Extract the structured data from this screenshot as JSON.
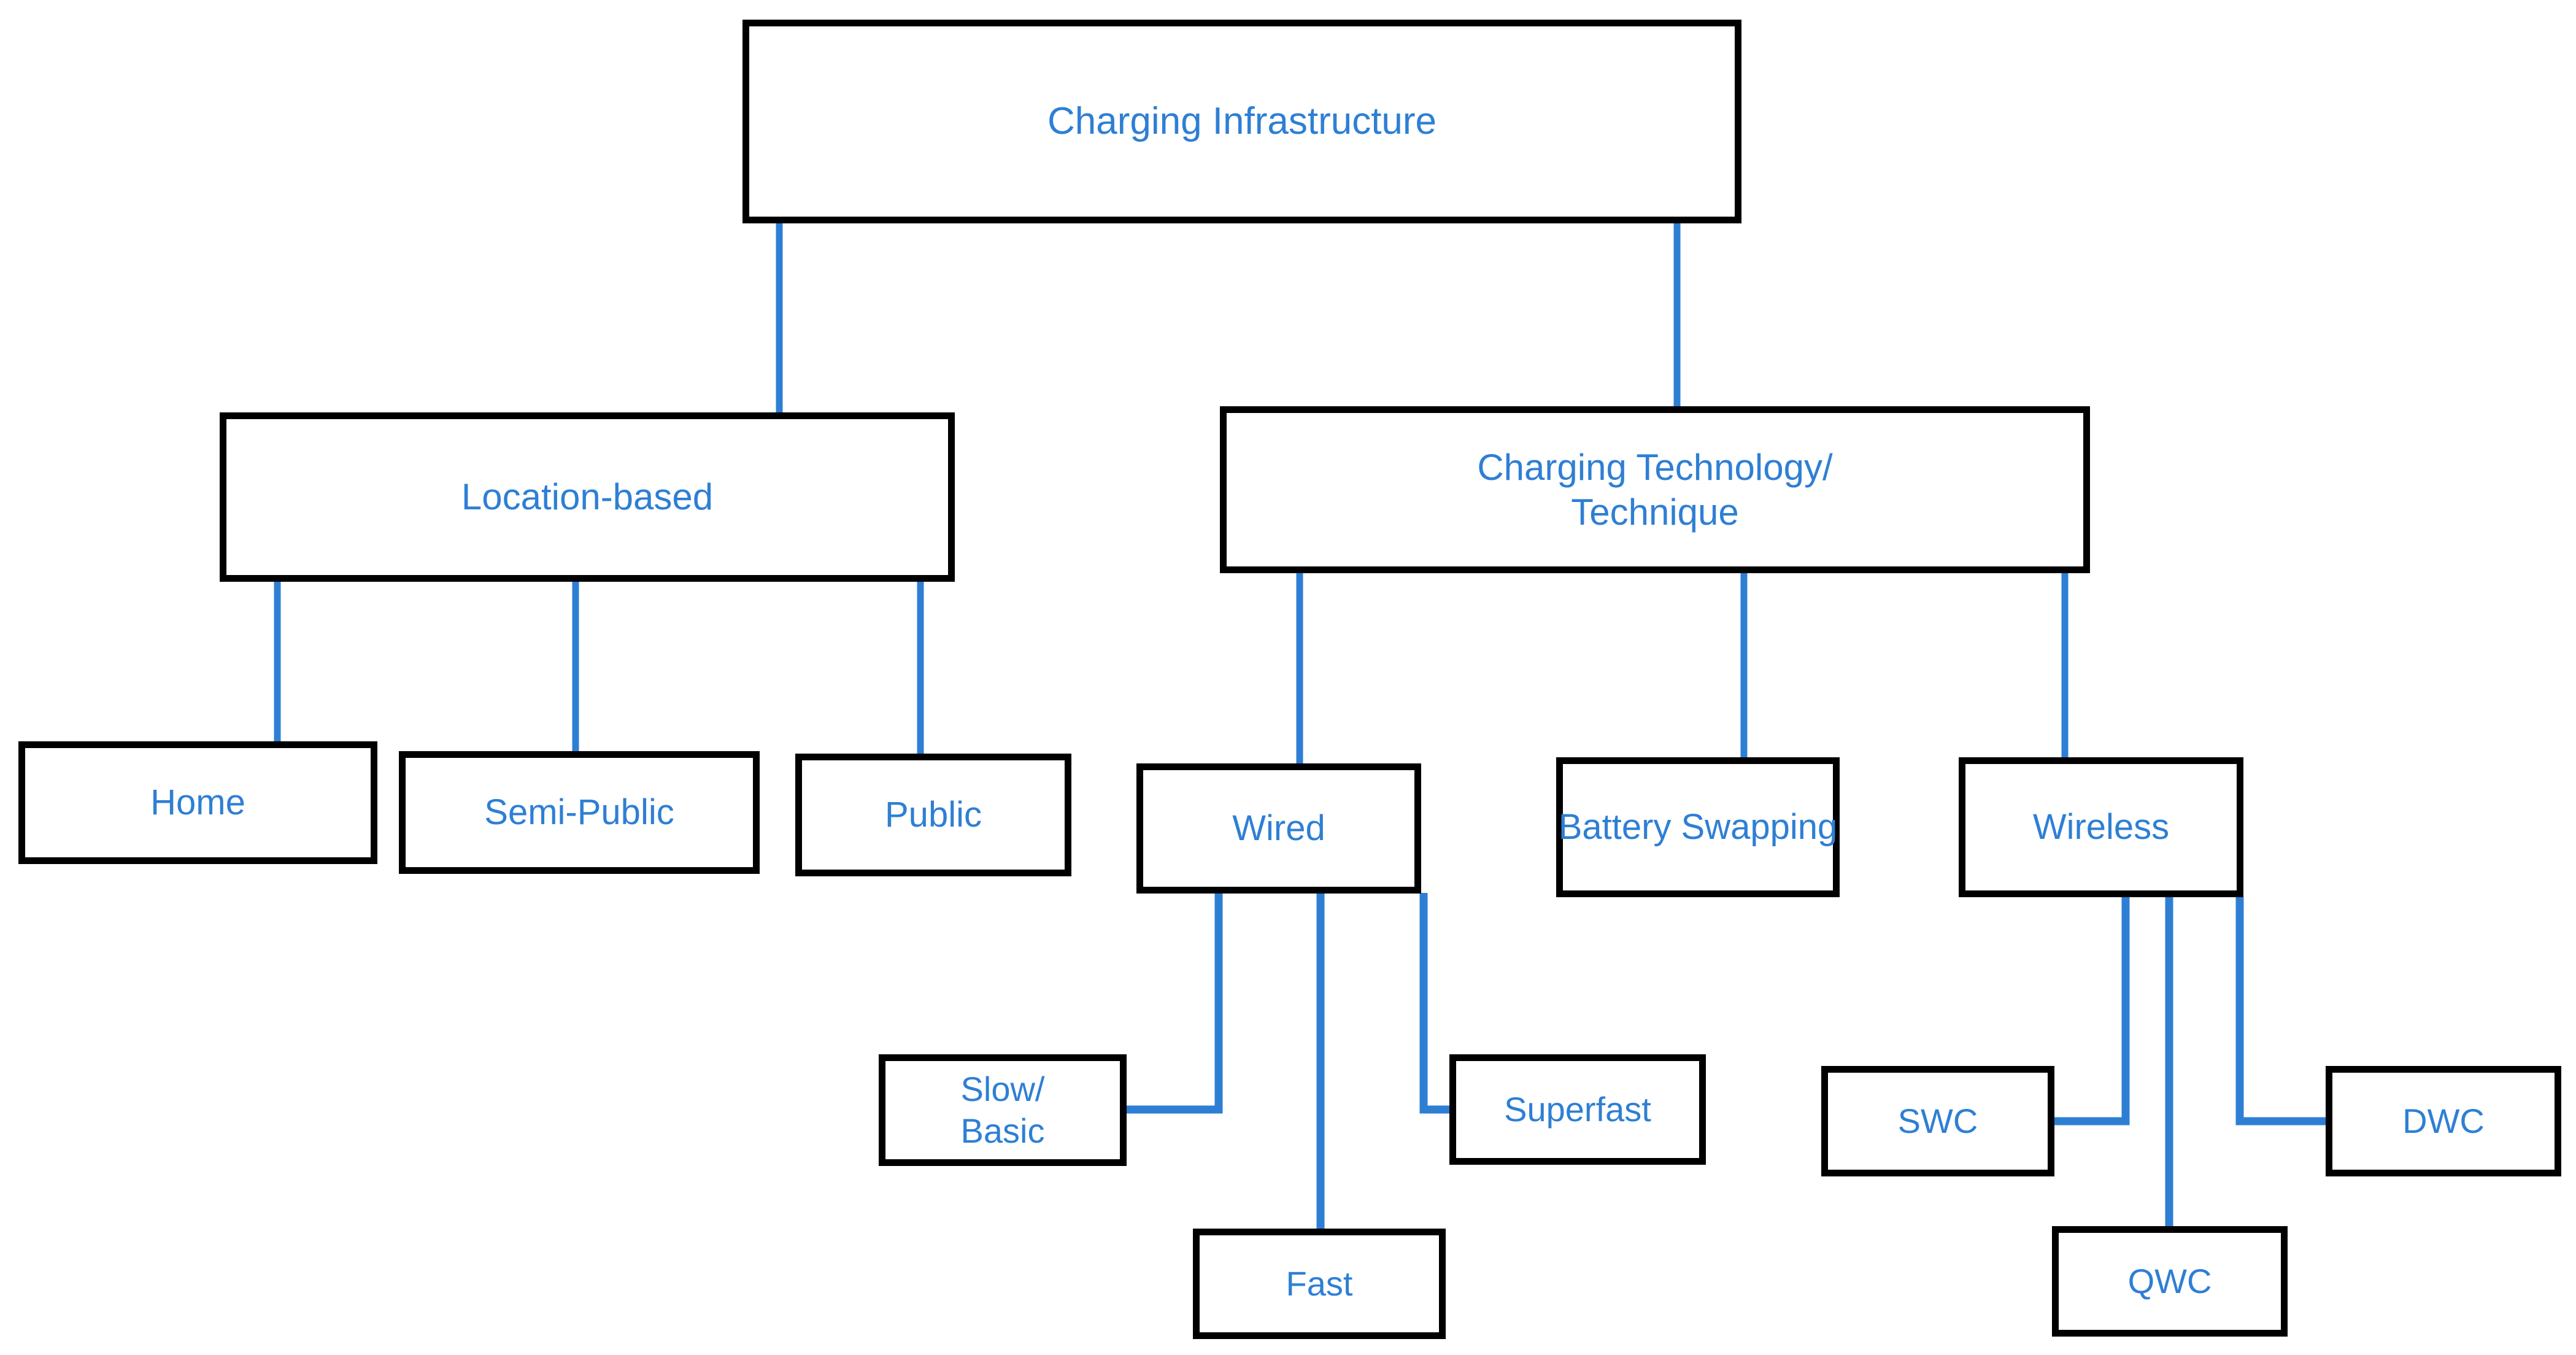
{
  "diagram": {
    "title": "Charging Infrastructure",
    "accent_color": "#2E7FD4",
    "border_color": "#000000",
    "background_color": "#FFFFFF"
  },
  "nodes": {
    "root": {
      "label": "Charging Infrastructure"
    },
    "location_based": {
      "label": "Location-based"
    },
    "charging_technology": {
      "label": "Charging Technology/\nTechnique"
    },
    "home": {
      "label": "Home"
    },
    "semi_public": {
      "label": "Semi-Public"
    },
    "public": {
      "label": "Public"
    },
    "wired": {
      "label": "Wired"
    },
    "battery_swapping": {
      "label": "Battery Swapping"
    },
    "wireless": {
      "label": "Wireless"
    },
    "slow_basic": {
      "label": "Slow/\nBasic"
    },
    "fast": {
      "label": "Fast"
    },
    "superfast": {
      "label": "Superfast"
    },
    "swc": {
      "label": "SWC"
    },
    "qwc": {
      "label": "QWC"
    },
    "dwc": {
      "label": "DWC"
    }
  },
  "chart_data": {
    "type": "diagram",
    "layout": "tree",
    "title": "Charging Infrastructure",
    "root": "Charging Infrastructure",
    "edges": [
      [
        "Charging Infrastructure",
        "Location-based"
      ],
      [
        "Charging Infrastructure",
        "Charging Technology/ Technique"
      ],
      [
        "Location-based",
        "Home"
      ],
      [
        "Location-based",
        "Semi-Public"
      ],
      [
        "Location-based",
        "Public"
      ],
      [
        "Charging Technology/ Technique",
        "Wired"
      ],
      [
        "Charging Technology/ Technique",
        "Battery Swapping"
      ],
      [
        "Charging Technology/ Technique",
        "Wireless"
      ],
      [
        "Wired",
        "Slow/ Basic"
      ],
      [
        "Wired",
        "Fast"
      ],
      [
        "Wired",
        "Superfast"
      ],
      [
        "Wireless",
        "SWC"
      ],
      [
        "Wireless",
        "QWC"
      ],
      [
        "Wireless",
        "DWC"
      ]
    ],
    "levels": [
      [
        "Charging Infrastructure"
      ],
      [
        "Location-based",
        "Charging Technology/ Technique"
      ],
      [
        "Home",
        "Semi-Public",
        "Public",
        "Wired",
        "Battery Swapping",
        "Wireless"
      ],
      [
        "Slow/ Basic",
        "Fast",
        "Superfast",
        "SWC",
        "QWC",
        "DWC"
      ]
    ]
  }
}
